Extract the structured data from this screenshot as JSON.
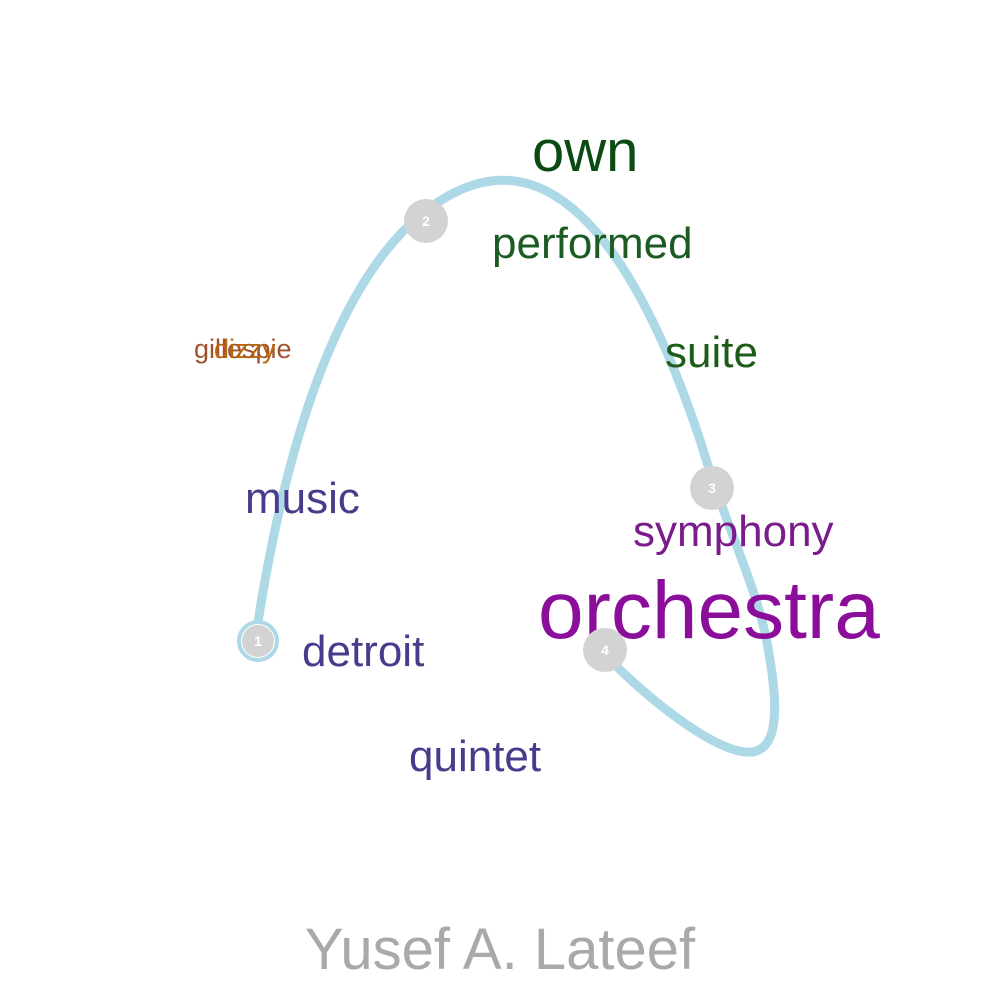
{
  "title": "Yusef A. Lateef",
  "colors": {
    "path": "#add8e6",
    "marker_fill": "#d3d3d3",
    "marker_text": "#ffffff",
    "title": "#a9a9a9"
  },
  "path_markers": [
    {
      "label": "1"
    },
    {
      "label": "2"
    },
    {
      "label": "3"
    },
    {
      "label": "4"
    }
  ],
  "words": [
    {
      "text": "own",
      "color": "#0b4a12"
    },
    {
      "text": "performed",
      "color": "#1c5c24"
    },
    {
      "text": "suite",
      "color": "#1c5c17"
    },
    {
      "text": "gillespie",
      "color": "#a0522d"
    },
    {
      "text": "dizzy",
      "color": "#b8650f"
    },
    {
      "text": "music",
      "color": "#473c8b"
    },
    {
      "text": "symphony",
      "color": "#7a1c8b"
    },
    {
      "text": "orchestra",
      "color": "#8b0e9b"
    },
    {
      "text": "detroit",
      "color": "#473c8b"
    },
    {
      "text": "quintet",
      "color": "#473c8b"
    }
  ]
}
